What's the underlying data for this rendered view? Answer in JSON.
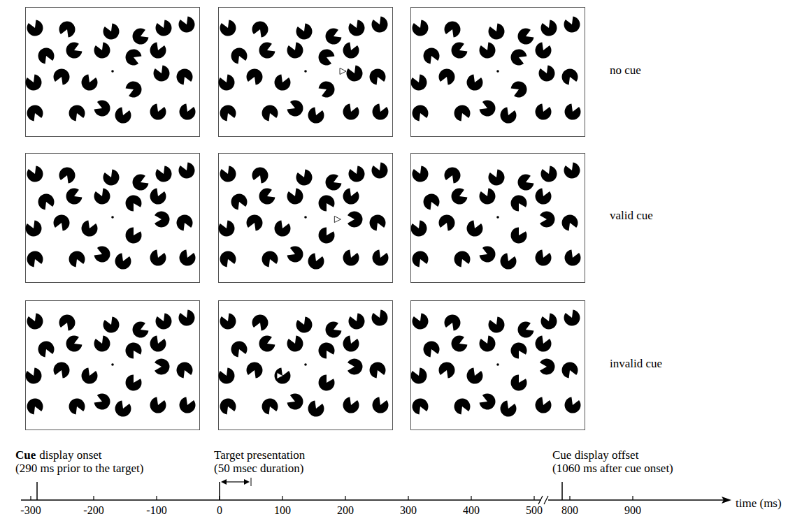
{
  "diagram": {
    "labels": [
      "no cue",
      "valid cue",
      "invalid cue",
      "Cue",
      "display onset",
      "(290 ms prior to the target)",
      "Target presentation",
      "(50 msec duration)",
      "Cue display offset",
      "(1060 ms after cue onset)",
      "-300",
      "-200",
      "-100",
      "0",
      "100",
      "200",
      "300",
      "400",
      "500",
      "800",
      "900",
      "time (ms)"
    ]
  }
}
